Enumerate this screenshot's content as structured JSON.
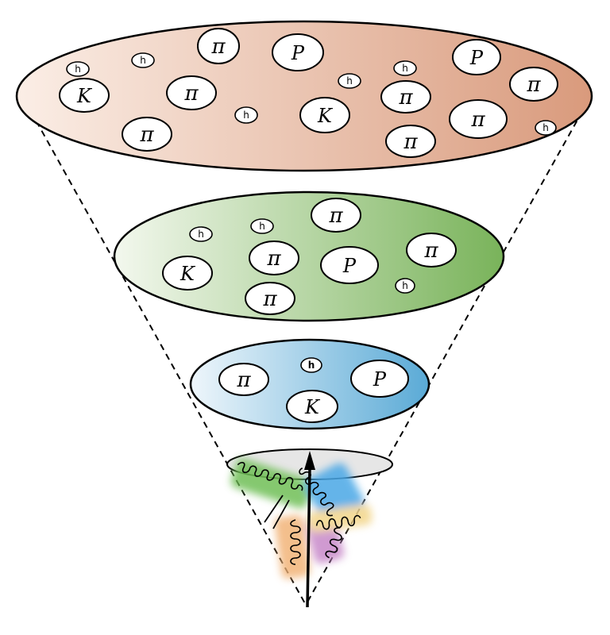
{
  "figure": {
    "colors": {
      "top_layer": "#d99a7c",
      "middle_layer": "#79b35a",
      "bottom_layer": "#5aaad6",
      "base_disc": "#e6e6e6",
      "gluon_green": "#6fbf56",
      "gluon_blue": "#4aa7e6",
      "gluon_orange": "#f2b478",
      "gluon_purple": "#c889c9",
      "gluon_yellow": "#f3d68a"
    },
    "icons": [
      "up-arrow-icon",
      "gluon-coil-icon"
    ],
    "layers": {
      "top": {
        "particles": [
          {
            "label": "h"
          },
          {
            "label": "K"
          },
          {
            "label": "h"
          },
          {
            "label": "π"
          },
          {
            "label": "P"
          },
          {
            "label": "π"
          },
          {
            "label": "π"
          },
          {
            "label": "h"
          },
          {
            "label": "h"
          },
          {
            "label": "K"
          },
          {
            "label": "h"
          },
          {
            "label": "π"
          },
          {
            "label": "π"
          },
          {
            "label": "π"
          },
          {
            "label": "P"
          },
          {
            "label": "π"
          },
          {
            "label": "h"
          }
        ]
      },
      "middle": {
        "particles": [
          {
            "label": "h"
          },
          {
            "label": "h"
          },
          {
            "label": "π"
          },
          {
            "label": "K"
          },
          {
            "label": "π"
          },
          {
            "label": "P"
          },
          {
            "label": "π"
          },
          {
            "label": "π"
          },
          {
            "label": "h"
          }
        ]
      },
      "bottom": {
        "particles": [
          {
            "label": "π"
          },
          {
            "label": "h"
          },
          {
            "label": "P"
          },
          {
            "label": "K"
          }
        ]
      }
    }
  }
}
